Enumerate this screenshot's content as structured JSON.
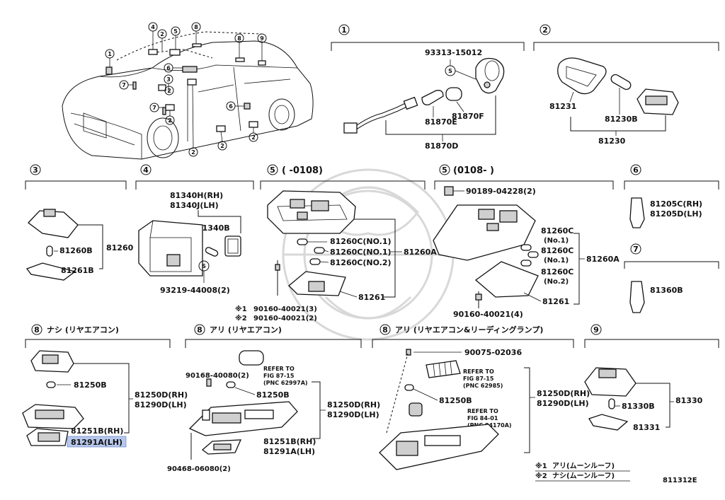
{
  "sections": {
    "s1": {
      "num": "1"
    },
    "s2": {
      "num": "2"
    },
    "s3": {
      "num": "3"
    },
    "s4": {
      "num": "4"
    },
    "s5a": {
      "num": "5",
      "range": "(      -0108)"
    },
    "s5b": {
      "num": "5",
      "range": "(0108-      )"
    },
    "s6": {
      "num": "6"
    },
    "s7": {
      "num": "7"
    },
    "s8a": {
      "num": "8",
      "title": "ナシ (リヤエアコン)"
    },
    "s8b": {
      "num": "8",
      "title": "アリ (リヤエアコン)"
    },
    "s8c": {
      "num": "8",
      "title": "アリ (リヤエアコン&リーディングランプ)"
    },
    "s9": {
      "num": "9"
    }
  },
  "car": {
    "callouts": [
      "1",
      "2",
      "3",
      "4",
      "5",
      "6",
      "7",
      "8",
      "9"
    ]
  },
  "parts": {
    "p93313": "93313-15012",
    "s_mark": "S",
    "p81870E": "81870E",
    "p81870F": "81870F",
    "p81870D": "81870D",
    "p81231": "81231",
    "p81230B": "81230B",
    "p81230": "81230",
    "p81260": "81260",
    "p81260B": "81260B",
    "p81261B": "81261B",
    "p81340H": "81340H(RH)",
    "p81340J": "81340J(LH)",
    "p81340B": "81340B",
    "p93219": "93219-44008(2)",
    "p81260C_1a": "81260C(NO.1)",
    "p81260C_1b": "81260C(NO.1)",
    "p81260C_2": "81260C(NO.2)",
    "p81260A_a": "81260A",
    "p81261_a": "81261",
    "note1_num": "90160-40021(3)",
    "note2_num": "90160-40021(2)",
    "mark1": "※1",
    "mark2": "※2",
    "p90189": "90189-04228(2)",
    "p81260C_b1": "81260C",
    "p81260C_b1n": "(No.1)",
    "p81260C_b2": "81260C",
    "p81260C_b2n": "(No.1)",
    "p81260C_b3": "81260C",
    "p81260C_b3n": "(No.2)",
    "p81260A_b": "81260A",
    "p81261_b": "81261",
    "p90160_b": "90160-40021(4)",
    "p81205C": "81205C(RH)",
    "p81205D": "81205D(LH)",
    "p81360B": "81360B",
    "p81250B_a": "81250B",
    "p81250D_a": "81250D(RH)",
    "p81290D_a": "81290D(LH)",
    "p81251B_a": "81251B(RH)",
    "p81291A_a": "81291A(LH)",
    "p90168": "90168-40080(2)",
    "refer_b1": "REFER TO",
    "refer_b2": "FIG 87-15",
    "refer_b3": "(PNC 62997A)",
    "p81250B_b": "81250B",
    "p81250D_b": "81250D(RH)",
    "p81290D_b": "81290D(LH)",
    "p81251B_b": "81251B(RH)",
    "p81291A_b": "81291A(LH)",
    "p90468": "90468-06080(2)",
    "p90075": "90075-02036",
    "refer_c1": "REFER TO",
    "refer_c2": "FIG 87-15",
    "refer_c3": "(PNC 62985)",
    "p81250B_c": "81250B",
    "refer_d1": "REFER TO",
    "refer_d2": "FIG 84-01",
    "refer_d3": "(PNC 84170A)",
    "p81250D_c": "81250D(RH)",
    "p81290D_c": "81290D(LH)",
    "p81330": "81330",
    "p81330B": "81330B",
    "p81331": "81331"
  },
  "notes": {
    "n1_mark": "※1",
    "n1_text": "アリ(ムーンルーフ)",
    "n2_mark": "※2",
    "n2_text": "ナシ(ムーンルーフ)"
  },
  "figure_id": "811312E"
}
